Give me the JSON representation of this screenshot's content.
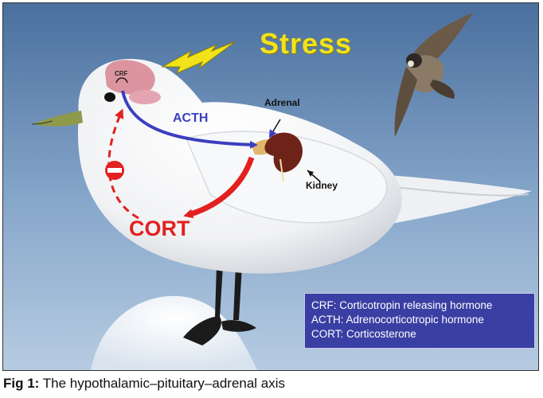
{
  "diagram": {
    "stress_label": "Stress",
    "crf_label": "CRF",
    "acth_label": "ACTH",
    "cort_label": "CORT",
    "adrenal_label": "Adrenal",
    "kidney_label": "Kidney"
  },
  "legend": {
    "items": [
      "CRF: Corticotropin releasing hormone",
      "ACTH: Adrenocorticotropic hormone",
      "CORT: Corticosterone"
    ]
  },
  "caption": {
    "prefix": "Fig 1:",
    "text": " The hypothalamic–pituitary–adrenal axis"
  },
  "colors": {
    "acth_arrow": "#3a3fbf",
    "cort_arrow": "#e22020",
    "stress_text": "#f2e21a",
    "legend_bg": "#3a3fa3"
  }
}
